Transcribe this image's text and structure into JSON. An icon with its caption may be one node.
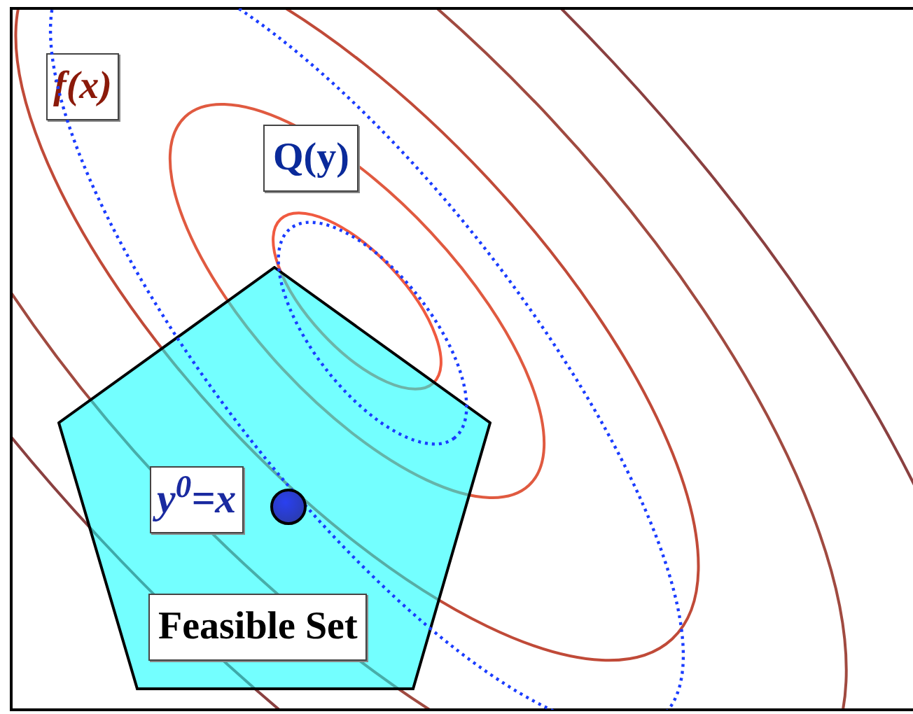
{
  "diagram": {
    "nodes": [
      {
        "text": [
          "f(x)"
        ]
      },
      {
        "text": [
          "Q(y)"
        ]
      },
      {
        "text": [],
        "shape": "pentagon"
      },
      {
        "text": [
          "y$^{0}$=x"
        ],
        "in": 2
      },
      {
        "text": [],
        "shape": "circle",
        "in": 2
      },
      {
        "text": [
          "Feasible Set"
        ],
        "in": 2
      }
    ]
  }
}
